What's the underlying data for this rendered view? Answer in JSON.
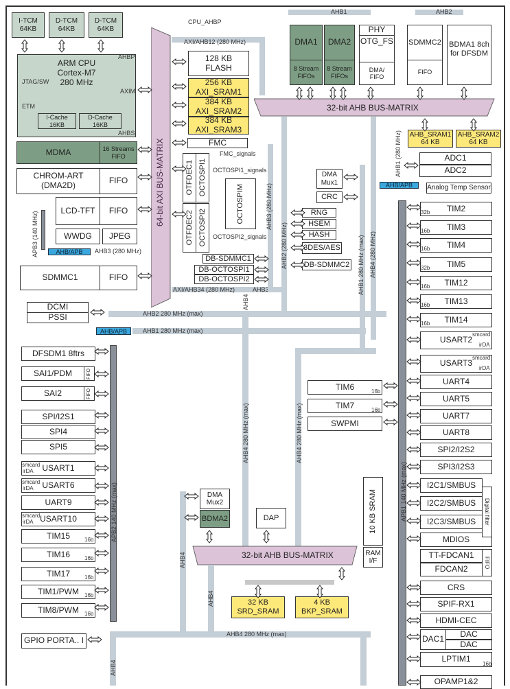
{
  "cpu": {
    "itcm": "I-TCM\n64KB",
    "dtcm1": "D-TCM\n64KB",
    "dtcm2": "D-TCM\n64KB",
    "title": "ARM  CPU\nCortex-M7\n280 MHz",
    "jtag": "JTAG/SW",
    "etm": "ETM",
    "icache": "I-Cache\n16KB",
    "dcache": "D-Cache\n16KB",
    "ahbp": "AHBP",
    "axim": "AXIM",
    "ahbs": "AHBS"
  },
  "left_masters": {
    "mdma": "MDMA",
    "mdma_fifo": "16 Streams\nFIFO",
    "chromart": "CHROM-ART\n(DMA2D)",
    "fifo": "FIFO",
    "lcd": "LCD-TFT",
    "wwdg": "WWDG",
    "jpeg": "JPEG",
    "sdmmc1": "SDMMC1",
    "dcmi": "DCMI",
    "pssi": "PSSI"
  },
  "axi": {
    "matrix": "64-bit AXI BUS-MATRIX",
    "cpu_ahbp": "CPU_AHBP",
    "axi_ahb12": "AXI/AHB12 (280 MHz)",
    "axi_ahb34": "AXI/AHB34 (280 MHz)",
    "flash": "128 KB\nFLASH",
    "sram1": "256 KB\nAXI_SRAM1",
    "sram2": "384 KB\nAXI_SRAM2",
    "sram3": "384 KB\nAXI_SRAM3",
    "fmc": "FMC",
    "fmc_signals": "FMC_signals",
    "otfdec1": "OTFDEC1",
    "octospi1": "OCTOSPI1",
    "otfdec2": "OTFDEC2",
    "octospi2": "OCTOSPI2",
    "octospim": "OCTOSPIM",
    "octospi1_signals": "OCTOSPI1_signals",
    "octospi2_signals": "OCTOSPI2_signals",
    "db_sdmmc1": "DB-SDMMC1",
    "db_octospi1": "DB-OCTOSPI1",
    "db_octospi2": "DB-OCTOSPI2"
  },
  "ahb_top": {
    "ahb1": "AHB1",
    "ahb2": "AHB2",
    "dma1": "DMA1",
    "dma2": "DMA2",
    "dma_fifos": "8 Stream\nFIFOs",
    "phy": "PHY",
    "otg": "OTG_FS",
    "otg_fifo": "DMA/\nFIFO",
    "sdmmc2": "SDMMC2",
    "sdmmc2_fifo": "FIFO",
    "bdma1": "BDMA1 8ch\nfor DFSDM",
    "matrix": "32-bit AHB BUS-MATRIX",
    "ahb_sram1": "AHB_SRAM1\n64 KB",
    "ahb_sram2": "AHB_SRAM2\n64 KB"
  },
  "mid": {
    "dmamux1": "DMA\nMux1",
    "crc": "CRC",
    "rng": "RNG",
    "hsem": "HSEM",
    "hash": "HASH",
    "aes": "3DES/AES",
    "db_sdmmc2": "DB-SDMMC2",
    "adc1": "ADC1",
    "adc2": "ADC2",
    "temp": "Analog Temp Sensor",
    "tim6": "TIM6",
    "tim7": "TIM7",
    "swpmi": "SWPMI",
    "b16": "16b"
  },
  "buses": {
    "ahb3": "AHB3 (280 MHz)",
    "apb3": "APB3 (140 MHz)",
    "ahb_apb": "AHB/APB",
    "ahb2_280": "AHB2 280 MHz (max)",
    "ahb1_280": "AHB1 280 MHz (max)",
    "ahb3_short": "AHB3",
    "ahb2_v": "AHB2 (280 MHz)",
    "ahb1_v": "AHB1 280 MHz (max)",
    "ahb4_v": "AHB4 (280 MHz)",
    "ahb1_v2": "AHB1 (280 MHz)",
    "ahb4": "AHB4",
    "ahb4_280_max": "AHB4 280 MHz (max)",
    "apb2": "APB2   140 MHz (max)",
    "apb1": "APB1   140 MHz (max)"
  },
  "apb2_periph": [
    {
      "name": "DFSDM1 8ftrs"
    },
    {
      "name": "SAI1/PDM",
      "fifo": "FIFO"
    },
    {
      "name": "SAI2",
      "fifo": "FIFO"
    },
    {
      "name": "SPI/I2S1"
    },
    {
      "name": "SPI4"
    },
    {
      "name": "SPI5"
    },
    {
      "name": "USART1",
      "smcard": "smcard",
      "irda": "irDA"
    },
    {
      "name": "USART6",
      "smcard": "smcard",
      "irda": "irDA"
    },
    {
      "name": "UART9"
    },
    {
      "name": "USART10",
      "smcard": "smcard",
      "irda": "irDA"
    },
    {
      "name": "TIM15",
      "bits": "16b"
    },
    {
      "name": "TIM16",
      "bits": "16b"
    },
    {
      "name": "TIM17",
      "bits": "16b"
    },
    {
      "name": "TIM1/PWM",
      "bits": "16b"
    },
    {
      "name": "TIM8/PWM",
      "bits": "16b"
    }
  ],
  "gpio": "GPIO PORTA.. I",
  "apb1_periph": [
    {
      "name": "TIM2",
      "bits": "32b"
    },
    {
      "name": "TIM3",
      "bits": "16b"
    },
    {
      "name": "TIM4",
      "bits": "16b"
    },
    {
      "name": "TIM5",
      "bits": "32b"
    },
    {
      "name": "TIM12",
      "bits": "16b"
    },
    {
      "name": "TIM13",
      "bits": "16b"
    },
    {
      "name": "TIM14",
      "bits": "16b"
    },
    {
      "name": "USART2",
      "smcard": "smcard",
      "irda": "irDA"
    },
    {
      "name": "USART3",
      "smcard": "smcard",
      "irda": "irDA"
    },
    {
      "name": "UART4"
    },
    {
      "name": "UART5"
    },
    {
      "name": "UART7"
    },
    {
      "name": "UART8"
    },
    {
      "name": "SPI2/I2S2"
    },
    {
      "name": "SPI3/I2S3"
    },
    {
      "name": "I2C1/SMBUS"
    },
    {
      "name": "I2C2/SMBUS"
    },
    {
      "name": "I2C3/SMBUS"
    },
    {
      "name": "MDIOS"
    }
  ],
  "digital_filter": "Digital filter",
  "can": {
    "fdcan1": "TT-FDCAN1",
    "fdcan2": "FDCAN2",
    "fifo": "FIFO"
  },
  "apb1_lower": [
    {
      "name": "CRS"
    },
    {
      "name": "SPIF-RX1"
    },
    {
      "name": "HDMI-CEC"
    }
  ],
  "dac": {
    "dac1": "DAC1",
    "dac": "DAC"
  },
  "lptim1": {
    "name": "LPTIM1",
    "bits": "16b"
  },
  "opamp": "OPAMP1&2",
  "srd": {
    "dmamux2": "DMA\nMux2",
    "bdma2": "BDMA2",
    "dap": "DAP",
    "matrix": "32-bit AHB BUS-MATRIX",
    "srd_sram": "32 KB\nSRD_SRAM",
    "bkp_sram": "4 KB\nBKP_SRAM",
    "sram10": "10 KB SRAM",
    "ramif": "RAM\nI/F"
  }
}
